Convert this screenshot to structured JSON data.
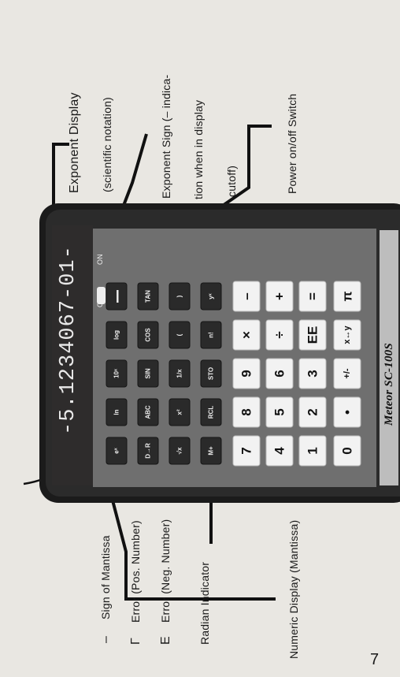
{
  "labels": {
    "exponent_display": "Exponent Display",
    "exponent_display_note": "(scientific notation)",
    "exponent_sign_line1": "Exponent Sign (– indica-",
    "exponent_sign_line2": "tion when in display",
    "exponent_sign_line3": "cutoff)",
    "power_switch": "Power on/off Switch",
    "sign_of_mantissa": "Sign of Mantissa",
    "error_pos": "Error (Pos. Number)",
    "error_neg": "Error (Neg. Number)",
    "radian_indicator": "Radian Indicator",
    "numeric_display": "Numeric Display (Mantissa)",
    "symbol_minus": "–",
    "symbol_error_pos": "Γ",
    "symbol_error_neg": "E"
  },
  "calculator": {
    "display_readout": "-5.1234067-01-",
    "brand": "Meteor SC-100S",
    "switch_off": "OFF",
    "switch_on": "ON",
    "keys": {
      "r1": [
        "eˣ",
        "ln",
        "10ˣ",
        "log",
        "▬▬"
      ],
      "r2": [
        "D→R",
        "ABC",
        "SIN",
        "COS",
        "TAN"
      ],
      "r3": [
        "√x",
        "x²",
        "1/x",
        "(",
        ")"
      ],
      "r4": [
        "M+",
        "RCL",
        "STO",
        "n!",
        "yˣ"
      ],
      "r5": [
        "7",
        "8",
        "9",
        "×",
        "–"
      ],
      "r6": [
        "4",
        "5",
        "6",
        "÷",
        "+"
      ],
      "r7": [
        "1",
        "2",
        "3",
        "EE",
        "="
      ],
      "r8": [
        "0",
        "•",
        "+/-",
        "x↔y",
        "π"
      ]
    }
  },
  "page_number": "7"
}
